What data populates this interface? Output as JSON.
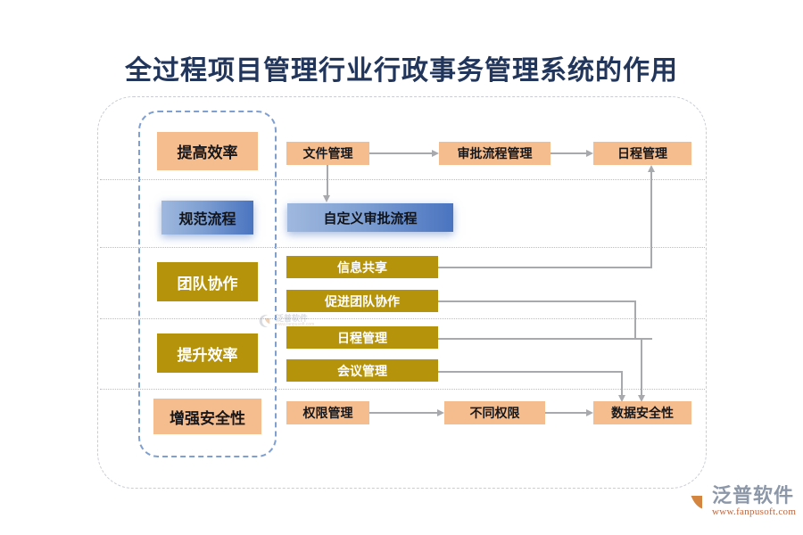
{
  "page": {
    "title": "全过程项目管理行业行政事务管理系统的作用"
  },
  "categories": [
    {
      "id": "improve-efficiency",
      "label": "提高效率",
      "style": "peach"
    },
    {
      "id": "standardize-process",
      "label": "规范流程",
      "style": "blue"
    },
    {
      "id": "team-collaboration",
      "label": "团队协作",
      "style": "gold"
    },
    {
      "id": "boost-efficiency",
      "label": "提升效率",
      "style": "gold"
    },
    {
      "id": "enhance-security",
      "label": "增强安全性",
      "style": "peach"
    }
  ],
  "nodes": {
    "file_management": "文件管理",
    "approval_process": "审批流程管理",
    "schedule_management": "日程管理",
    "custom_approval_flow": "自定义审批流程",
    "information_sharing": "信息共享",
    "promote_collaboration": "促进团队协作",
    "schedule_management_2": "日程管理",
    "meeting_management": "会议管理",
    "permission_management": "权限管理",
    "different_permissions": "不同权限",
    "data_security": "数据安全性"
  },
  "watermark": {
    "name": "泛普软件",
    "url": "www.fanpusoft.com"
  },
  "brand": {
    "name": "泛普软件",
    "url": "www.fanpusoft.com"
  },
  "colors": {
    "title": "#22365c",
    "peach": "#f5bd8e",
    "gold": "#b5930b",
    "blue_light": "#9fb8de",
    "blue_dark": "#4a74c0",
    "connector": "#a7a9ad",
    "inner_frame": "#7f9fd0",
    "outer_frame": "#c9ccd4",
    "brand_text": "#8c97a8",
    "brand_url": "#c0653c"
  }
}
